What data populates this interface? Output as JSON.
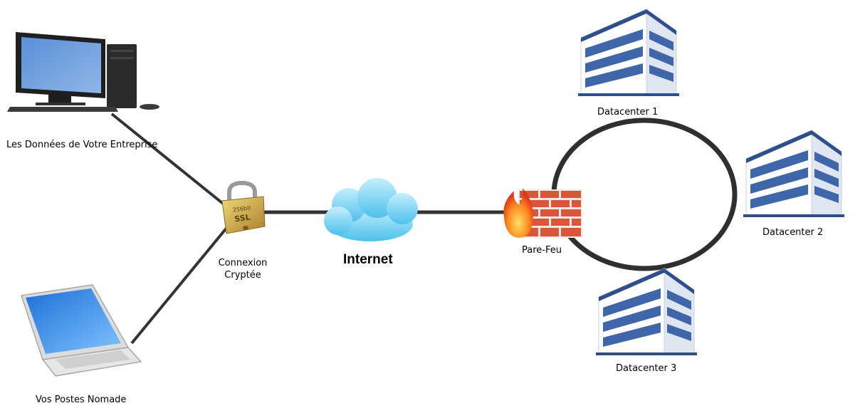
{
  "labels": {
    "desktop": "Les Données de Votre Entreprise",
    "laptop": "Vos Postes Nomade",
    "ssl_line1": "Connexion",
    "ssl_line2": "Cryptée",
    "internet": "Internet",
    "firewall": "Pare-Feu",
    "dc1": "Datacenter 1",
    "dc2": "Datacenter 2",
    "dc3": "Datacenter 3"
  },
  "lock": {
    "line1": "256bit",
    "line2": "SSL"
  },
  "colors": {
    "link": "#333333",
    "ring": "#2f2f2f",
    "building_blue": "#3f66a8",
    "building_light": "#e9eef5",
    "brick": "#d9553b",
    "cloud": "#7fd1f0",
    "lock_gold": "#c9a43a"
  },
  "icons": [
    "desktop-computer-icon",
    "laptop-icon",
    "padlock-icon",
    "cloud-icon",
    "firewall-icon",
    "building-icon"
  ]
}
